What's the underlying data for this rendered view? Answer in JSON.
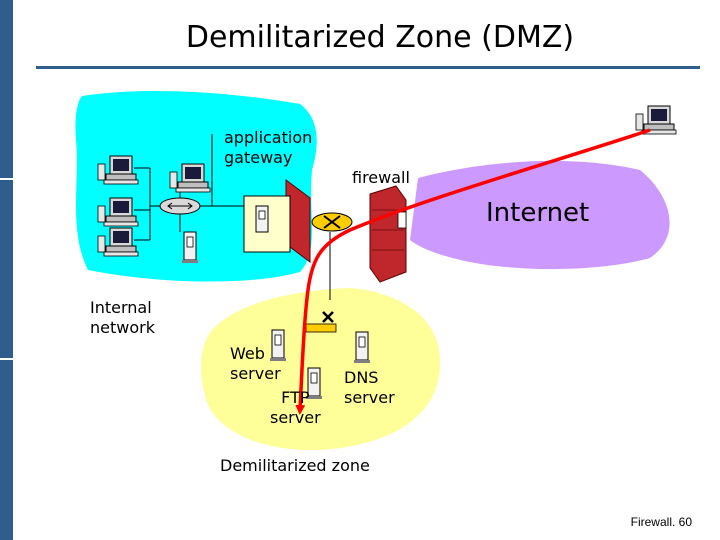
{
  "slide": {
    "title": "Demilitarized Zone (DMZ)",
    "footer": "Firewall. 60"
  },
  "diagram": {
    "labels": {
      "application_gateway": [
        "application",
        "gateway"
      ],
      "firewall": "firewall",
      "internet": "Internet",
      "internal_network": [
        "Internal",
        "network"
      ],
      "web_server": [
        "Web",
        "server"
      ],
      "ftp_server": [
        "FTP",
        "server"
      ],
      "dns_server": [
        "DNS",
        "server"
      ],
      "demilitarized_zone": "Demilitarized zone"
    },
    "colors": {
      "internal_cloud": "#00ffff",
      "internet_cloud": "#cc99ff",
      "dmz_cloud": "#ffff99",
      "firewall_wall": "#c0272d",
      "traffic_path": "#ff0000",
      "router": "#ffcc00",
      "accent": "#2f5d8c"
    },
    "icons": [
      "pc-workstation-icon",
      "router-icon",
      "server-icon",
      "firewall-icon",
      "blocked-x-icon"
    ]
  }
}
